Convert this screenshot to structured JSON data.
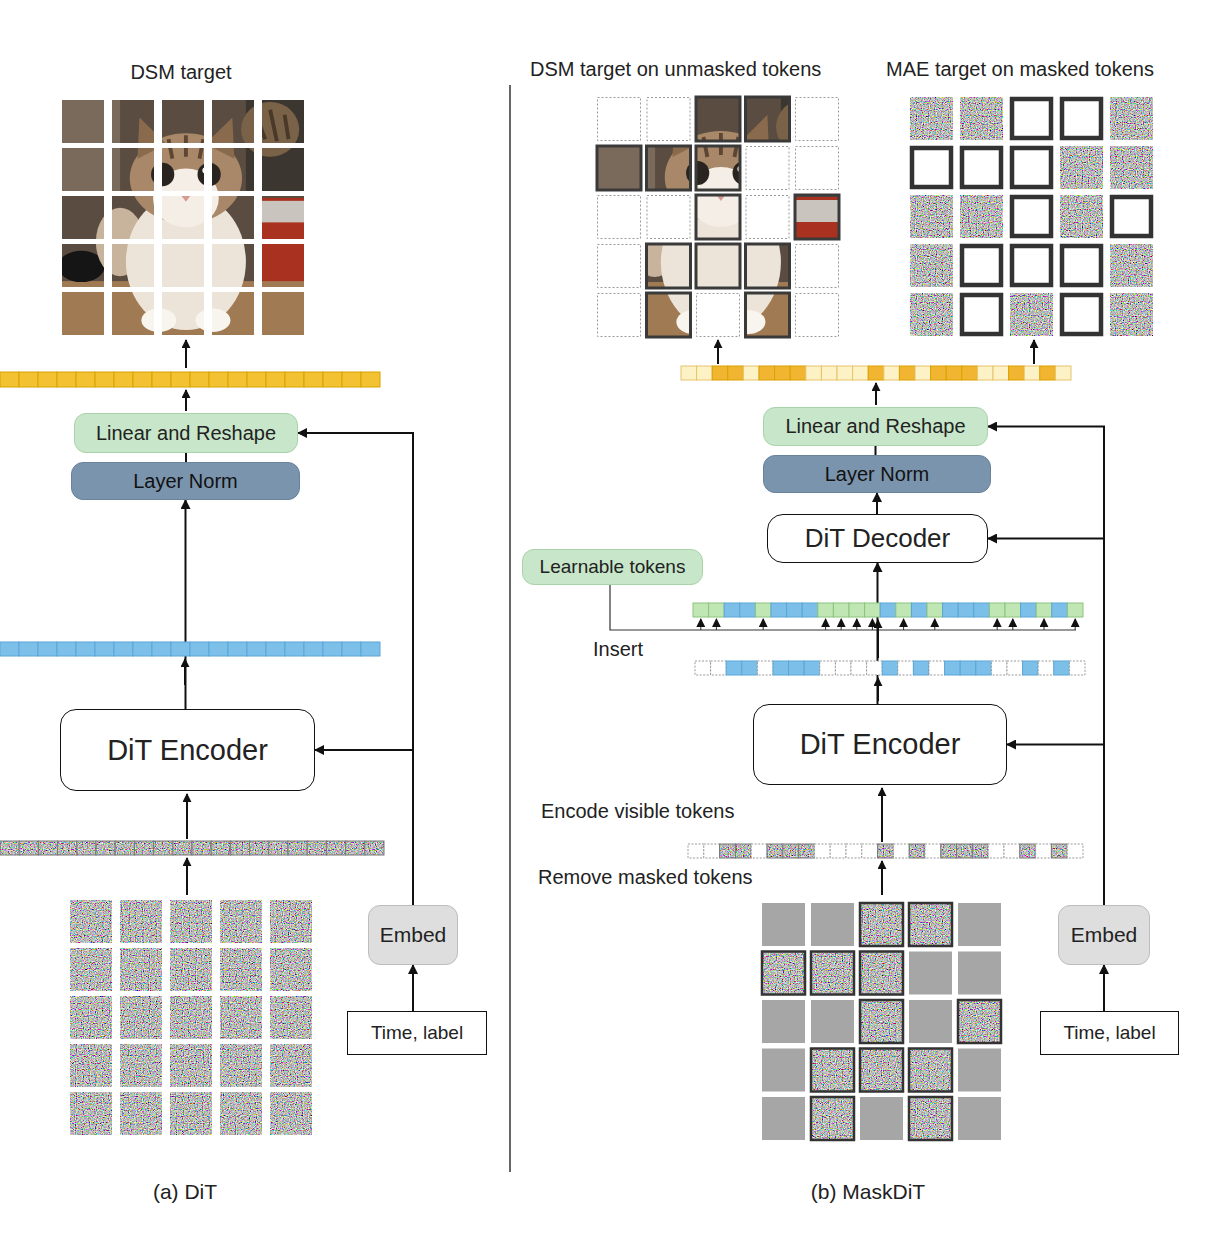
{
  "diagram": {
    "nodes": [
      {
        "text": [
          "Linear and Reshape"
        ]
      },
      {
        "text": [
          "Layer Norm"
        ]
      },
      {
        "text": [
          "DiT Encoder"
        ]
      },
      {
        "text": [
          "Embed"
        ]
      },
      {
        "text": [
          "Time, label"
        ]
      },
      {
        "text": [
          "Linear and Reshape"
        ]
      },
      {
        "text": [
          "Layer Norm"
        ]
      },
      {
        "text": [
          "DiT Decoder"
        ]
      },
      {
        "text": [
          "Learnable tokens"
        ]
      },
      {
        "text": [
          "DiT Encoder"
        ]
      },
      {
        "text": [
          "Embed"
        ]
      },
      {
        "text": [
          "Time, label"
        ]
      }
    ],
    "edges": [
      {
        "from": 4,
        "to": 3,
        "arrow": "to"
      },
      {
        "from": 3,
        "to": 2,
        "arrow": "to"
      },
      {
        "from": 3,
        "to": 0,
        "arrow": "to"
      },
      {
        "from": 2,
        "to": 1,
        "arrow": "to"
      },
      {
        "from": 1,
        "to": 0,
        "arrow": "none"
      },
      {
        "from": 11,
        "to": 10,
        "arrow": "to"
      },
      {
        "from": 10,
        "to": 9,
        "arrow": "to"
      },
      {
        "from": 10,
        "to": 7,
        "arrow": "to"
      },
      {
        "from": 10,
        "to": 5,
        "arrow": "to"
      },
      {
        "from": 9,
        "to": 7,
        "arrow": "to"
      },
      {
        "from": 7,
        "to": 6,
        "arrow": "to"
      },
      {
        "from": 6,
        "to": 5,
        "arrow": "none"
      }
    ],
    "labels": [
      "DSM target",
      "DSM target on unmasked tokens",
      "MAE target on masked tokens",
      "Insert",
      "Encode visible tokens",
      "Remove masked tokens",
      "(a) DiT",
      "(b) MaskDiT"
    ]
  }
}
